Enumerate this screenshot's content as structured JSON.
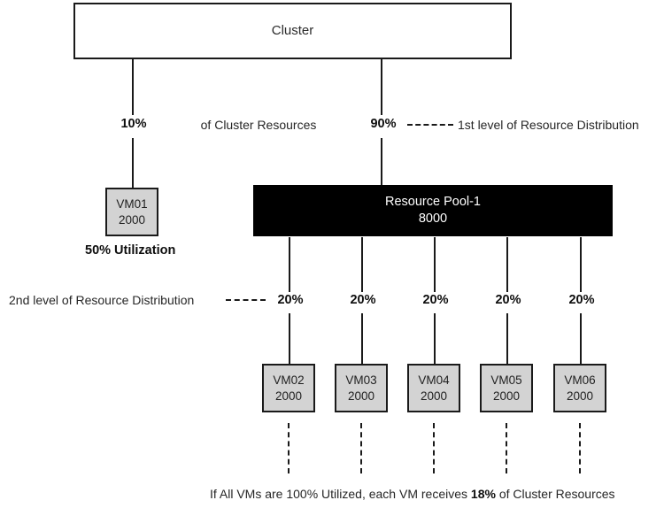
{
  "diagram": {
    "title_node": {
      "name": "Cluster",
      "label": "Cluster"
    },
    "pool_node": {
      "name": "Resource Pool-1",
      "label": "Resource Pool-1",
      "shares": "8000"
    },
    "level1": {
      "left_percent": "10%",
      "middle_text": "of Cluster Resources",
      "right_percent": "90%",
      "annotation": "1st level of Resource Distribution"
    },
    "level2": {
      "annotation": "2nd level of Resource Distribution",
      "percents": [
        "20%",
        "20%",
        "20%",
        "20%",
        "20%"
      ]
    },
    "vm01": {
      "label": "VM01",
      "shares": "2000",
      "utilization": "50% Utilization"
    },
    "pool_vms": [
      {
        "label": "VM02",
        "shares": "2000"
      },
      {
        "label": "VM03",
        "shares": "2000"
      },
      {
        "label": "VM04",
        "shares": "2000"
      },
      {
        "label": "VM05",
        "shares": "2000"
      },
      {
        "label": "VM06",
        "shares": "2000"
      }
    ],
    "footer": {
      "prefix": "If All VMs are 100% Utilized, each VM receives ",
      "highlight": "18%",
      "suffix": " of Cluster Resources"
    },
    "colors": {
      "vm_fill": "#d3d3d3",
      "pool_fill": "#000000",
      "stroke": "#1a1a1a",
      "background": "#ffffff"
    }
  }
}
